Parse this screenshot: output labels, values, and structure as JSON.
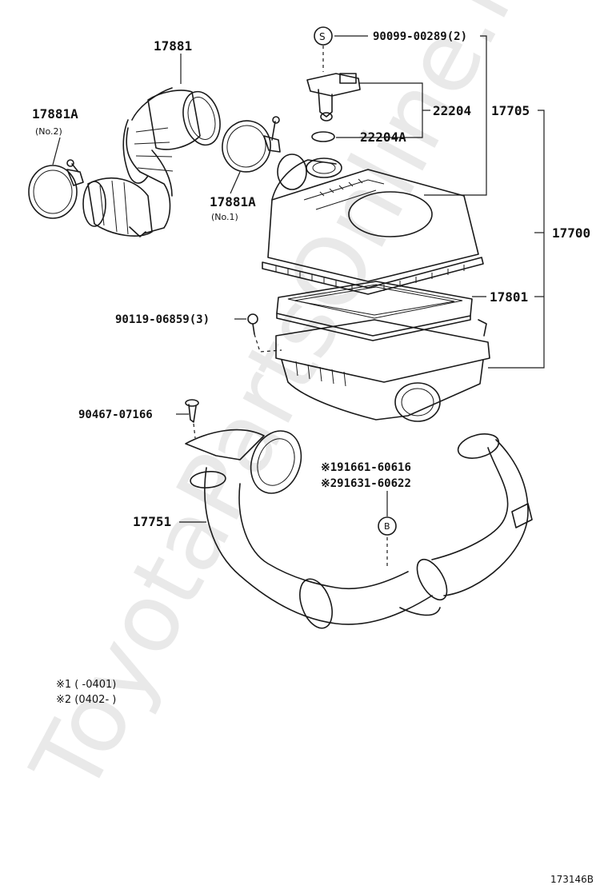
{
  "watermark": "ToyotaPartsOnline.ru",
  "diagram_id": "173146B",
  "callouts": {
    "hose_upper": "17881",
    "clamp_no2": "17881A",
    "clamp_no2_note": "(No.2)",
    "clamp_no1": "17881A",
    "clamp_no1_note": "(No.1)",
    "sensor_screw": "90099-00289(2)",
    "sensor": "22204",
    "cap_assy": "17705",
    "oring": "22204A",
    "air_cleaner": "17700",
    "element": "17801",
    "bolt": "90119-06859(3)",
    "grommet": "90467-07166",
    "inlet_pipe": "17751",
    "ref_1": "※191661-60616",
    "ref_2": "※291631-60622"
  },
  "markers": {
    "s_marker": "S",
    "b_marker": "B"
  },
  "footnotes": {
    "note_1": "※1 (    -0401)",
    "note_2": "※2 (0402-    )"
  }
}
